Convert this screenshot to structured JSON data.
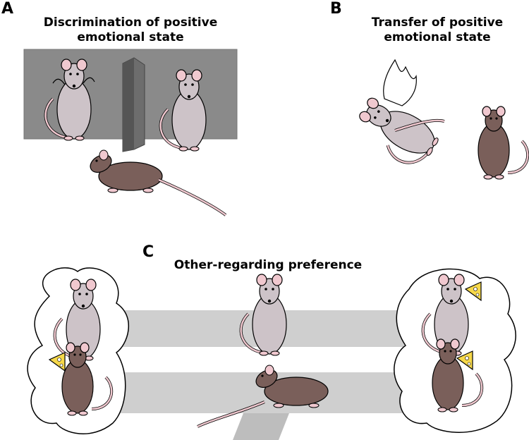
{
  "panels": {
    "a": {
      "letter": "A",
      "title_line1": "Discrimination of positive",
      "title_line2": "emotional state"
    },
    "b": {
      "letter": "B",
      "title_line1": "Transfer of positive",
      "title_line2": "emotional state"
    },
    "c": {
      "letter": "C",
      "title": "Other-regarding preference"
    }
  },
  "colors": {
    "grey_box": "#8a8a8a",
    "light_rat": "#cdc3c8",
    "dark_rat": "#7a5f5a",
    "tail": "#f0c8cf",
    "lane": "#cfcfcf",
    "cheese": "#f6d84a"
  }
}
